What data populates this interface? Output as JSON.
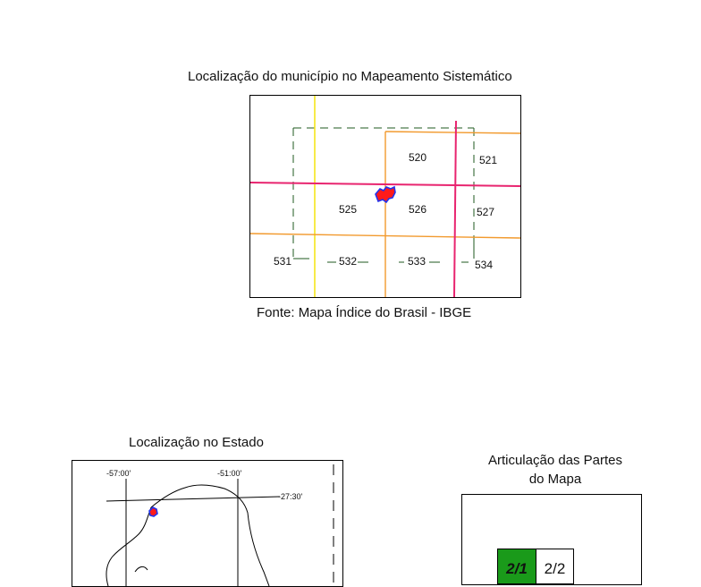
{
  "systematic": {
    "title": "Localização do município no Mapeamento Sistemático",
    "source": "Fonte: Mapa Índice do Brasil - IBGE",
    "sheets": {
      "s520": "520",
      "s521": "521",
      "s525": "525",
      "s526": "526",
      "s527": "527",
      "s531": "531",
      "s532": "532",
      "s533": "533",
      "s534": "534"
    }
  },
  "state": {
    "title": "Localização no Estado",
    "lon_left": "-57:00'",
    "lon_right": "-51:00'",
    "lat_top": "-27:30'"
  },
  "articulation": {
    "title_line1": "Articulação das Partes",
    "title_line2": "do Mapa",
    "part1": "2/1",
    "part2": "2/2"
  },
  "colors": {
    "pink": "#e8246f",
    "orange": "#f29a2e",
    "yellow": "#f5e61b",
    "green_dash": "#1f5a1f",
    "municipality_fill": "#ff1a1a",
    "municipality_outline": "#2233ee",
    "active_part": "#1a9a1a"
  }
}
